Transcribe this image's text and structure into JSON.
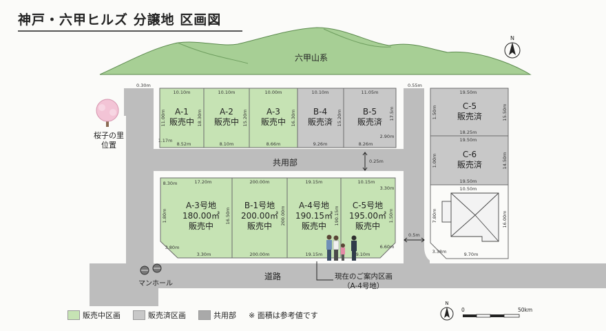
{
  "title": "神戸・六甲ヒルズ 分譲地 区画図",
  "mountain_label": "六甲山系",
  "colors": {
    "selling": "#c6e3b4",
    "sold": "#c8c8c8",
    "common": "#a9a9a9",
    "road": "#bdbdbd",
    "mountain": "#a7cf95",
    "border": "#6b6b6b"
  },
  "north_labels": {
    "top": "N",
    "bottom": "N"
  },
  "scale": {
    "start": "0",
    "end": "50km"
  },
  "labels": {
    "sakura": [
      "桜子の里",
      "位置"
    ],
    "common_area": "共用部",
    "road": "道路",
    "manhole": "マンホール",
    "current_location": [
      "現在のご案内区画",
      "（A-4号地）"
    ],
    "gap_top_left": "0.30m",
    "gap_top_right": "0.55m",
    "gap_mid": "0.25m",
    "gap_right": "0.5m"
  },
  "top_lots": [
    {
      "id": "A-1",
      "status": "販売中",
      "sale": true,
      "dims": {
        "top": "10.10m",
        "bottom": "8.52m",
        "left": "11.00m",
        "right": "18.30m",
        "corner": "1.17m"
      }
    },
    {
      "id": "A-2",
      "status": "販売中",
      "sale": true,
      "dims": {
        "top": "10.10m",
        "bottom": "8.10m",
        "right": "15.20m"
      }
    },
    {
      "id": "A-3",
      "status": "販売中",
      "sale": true,
      "dims": {
        "top": "10.00m",
        "bottom": "8.66m",
        "right": "16.30m"
      }
    },
    {
      "id": "B-4",
      "status": "販売済",
      "sale": false,
      "dims": {
        "top": "10.10m",
        "bottom": "9.26m",
        "right": "15.20m"
      }
    },
    {
      "id": "B-5",
      "status": "販売済",
      "sale": false,
      "dims": {
        "top": "11.05m",
        "bottom": "8.26m",
        "right": "17.5m",
        "corner": "2.90m"
      }
    }
  ],
  "right_lots": [
    {
      "id": "C-5",
      "status": "販売済",
      "dims": {
        "top": "19.50m",
        "bottom": "18.25m",
        "left": "1.50m",
        "right": "15.50m"
      }
    },
    {
      "id": "C-6",
      "status": "販売済",
      "dims": {
        "top": "19.50m",
        "bottom": "19.50m",
        "left": "1.00m",
        "right": "14.50m"
      }
    }
  ],
  "house_lot": {
    "dims": {
      "top": "10.50m",
      "bottom": "9.70m",
      "left": "7.80m",
      "right": "16.00m",
      "corner": "3.38m"
    }
  },
  "bottom_lots": [
    {
      "id": "A-3号地",
      "area": "180.00㎡",
      "status": "販売中",
      "dims": {
        "top": "17.20m",
        "bottom": "3.30m",
        "left": "1.80m",
        "right": "16.50m",
        "c1": "8.30m",
        "c2": "3.80m"
      }
    },
    {
      "id": "B-1号地",
      "area": "200.00㎡",
      "status": "販売中",
      "dims": {
        "top": "200.00m",
        "bottom": "200.00m",
        "right": "200.00m"
      }
    },
    {
      "id": "A-4号地",
      "area": "190.15㎡",
      "status": "販売中",
      "dims": {
        "top": "19.15m",
        "bottom": "19.15m",
        "right": "190.15m"
      }
    },
    {
      "id": "C-5号地",
      "area": "195.00㎡",
      "status": "販売中",
      "dims": {
        "top": "10.15m",
        "bottom": "9.10m",
        "right": "1.50m",
        "c1": "3.30m",
        "c2": "6.60m"
      }
    }
  ],
  "legend": [
    {
      "label": "販売中区画",
      "color": "#c6e3b4"
    },
    {
      "label": "販売済区画",
      "color": "#c8c8c8"
    },
    {
      "label": "共用部",
      "color": "#a9a9a9"
    }
  ],
  "legend_note": "※ 面積は参考値です"
}
